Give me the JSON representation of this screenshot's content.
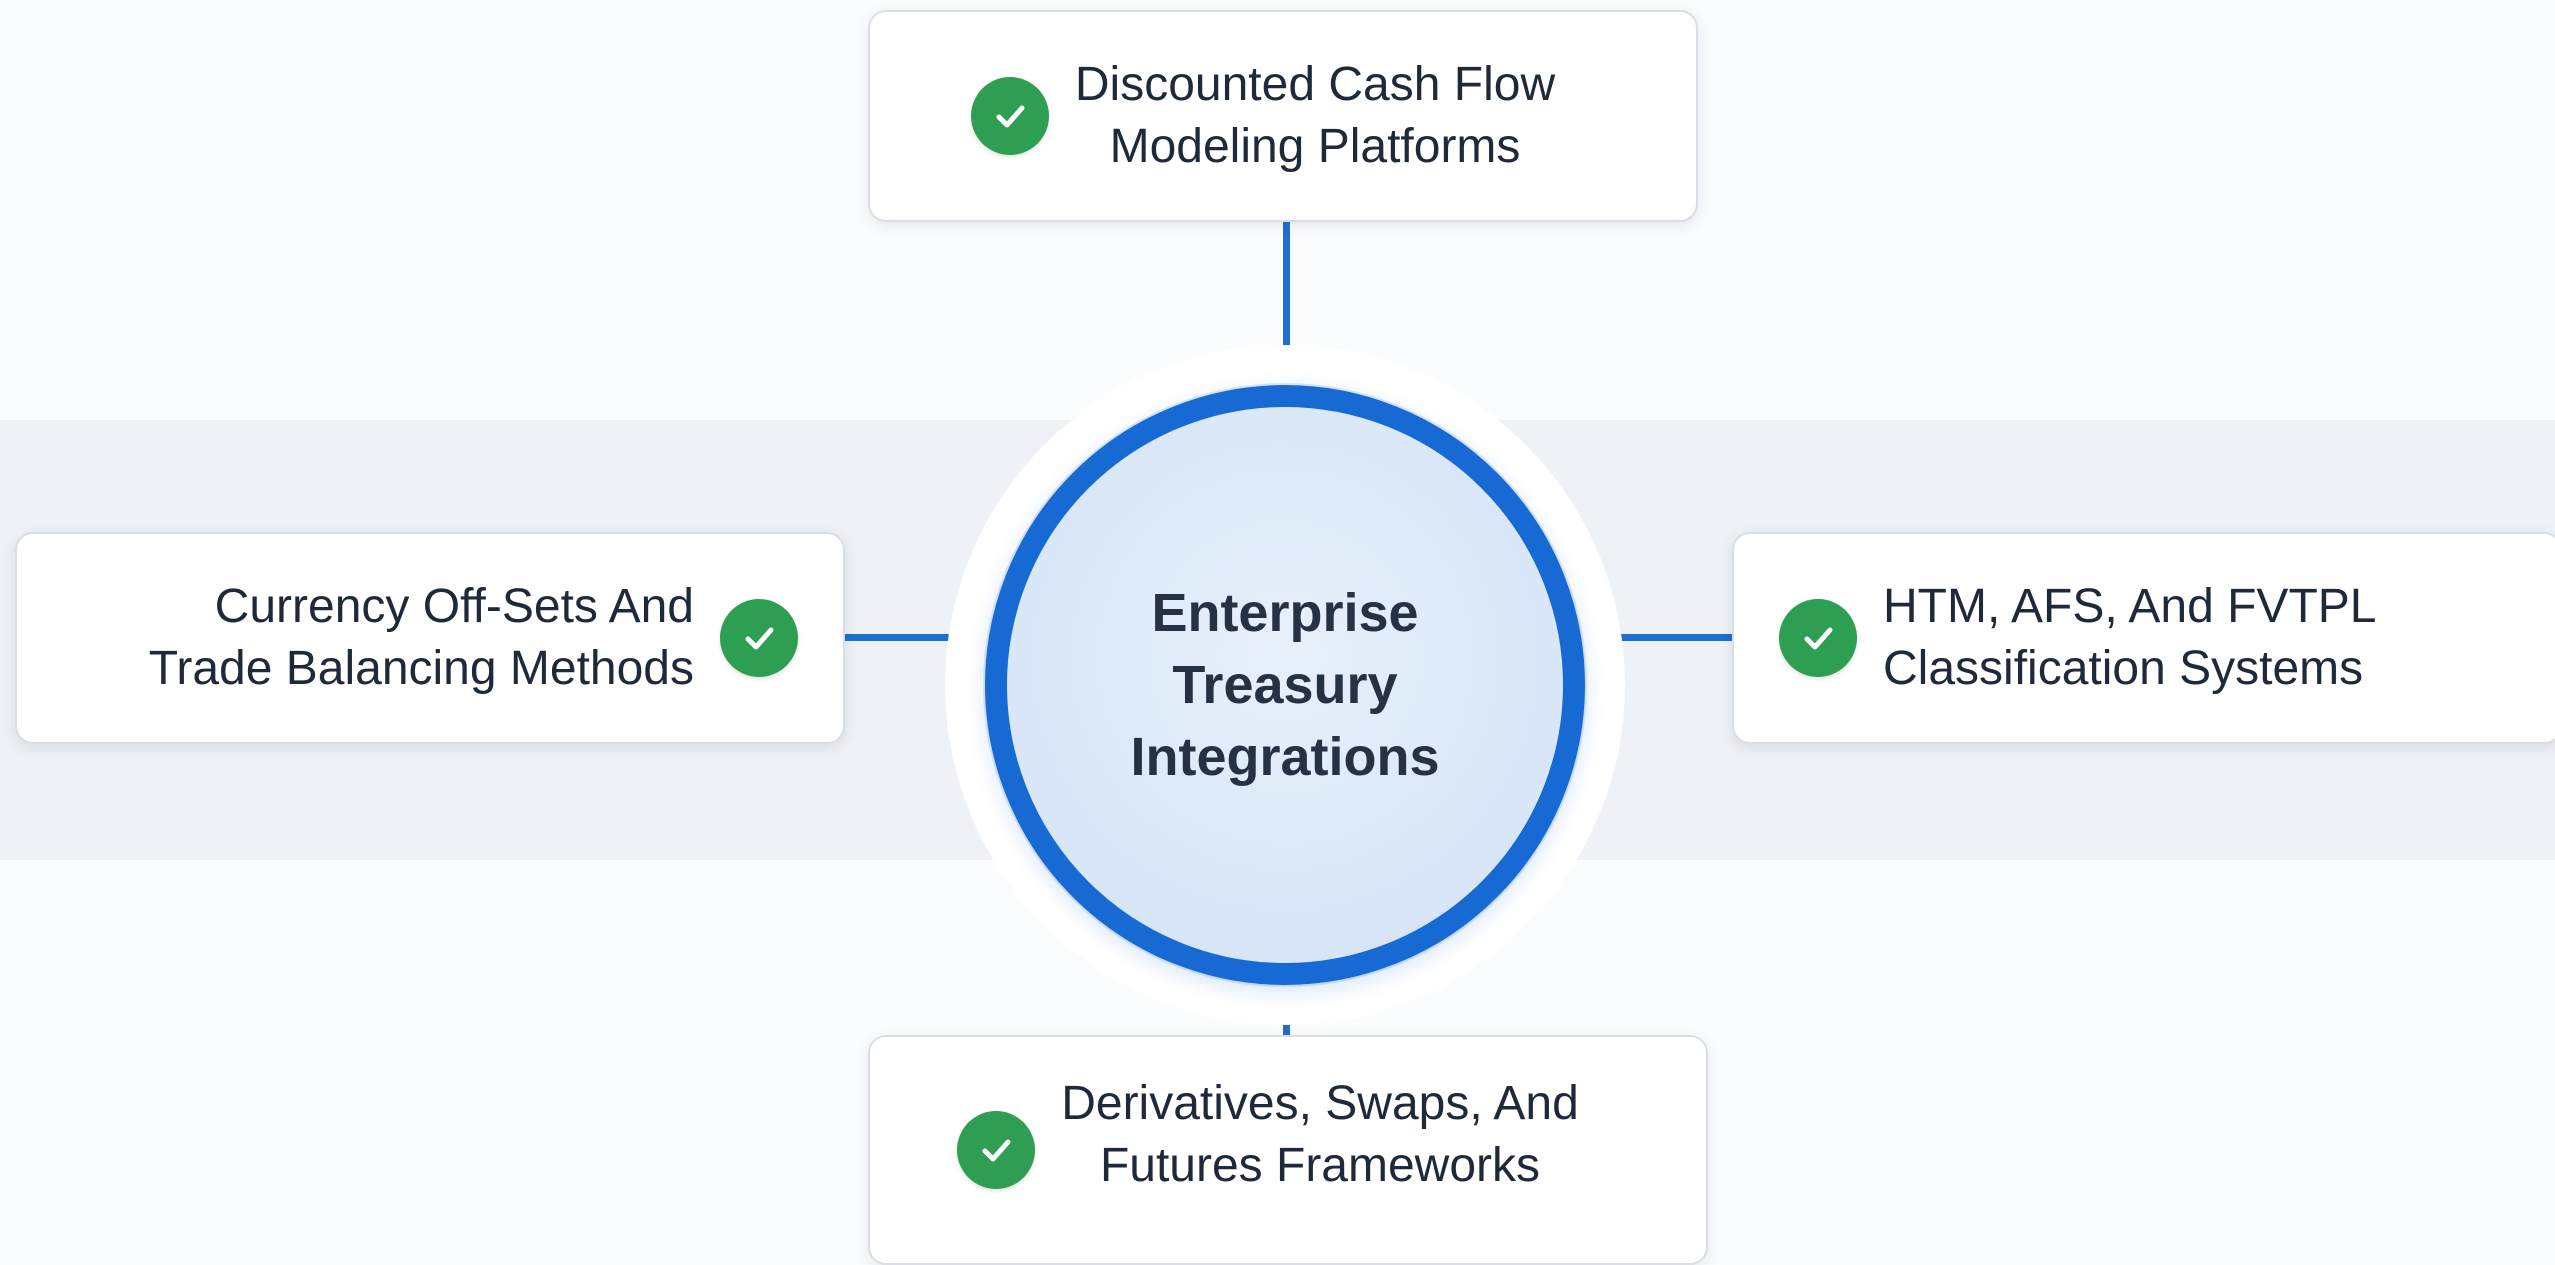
{
  "diagram": {
    "center": {
      "title": "Enterprise Treasury Integrations"
    },
    "nodes": {
      "top": {
        "label_line1": "Discounted Cash Flow",
        "label_line2": "Modeling Platforms",
        "icon": "check-icon"
      },
      "left": {
        "label_line1": "Currency Off-Sets And",
        "label_line2": "Trade Balancing Methods",
        "icon": "check-icon"
      },
      "right": {
        "label_line1": "HTM, AFS, And FVTPL",
        "label_line2": "Classification Systems",
        "icon": "check-icon"
      },
      "bottom": {
        "label_line1": "Derivatives, Swaps, And",
        "label_line2": "Futures Frameworks",
        "icon": "check-icon"
      }
    },
    "colors": {
      "accent_blue": "#1769d4",
      "check_green": "#2e9e52",
      "band_gray": "#eef1f6",
      "text_dark": "#1e2a3a"
    }
  }
}
